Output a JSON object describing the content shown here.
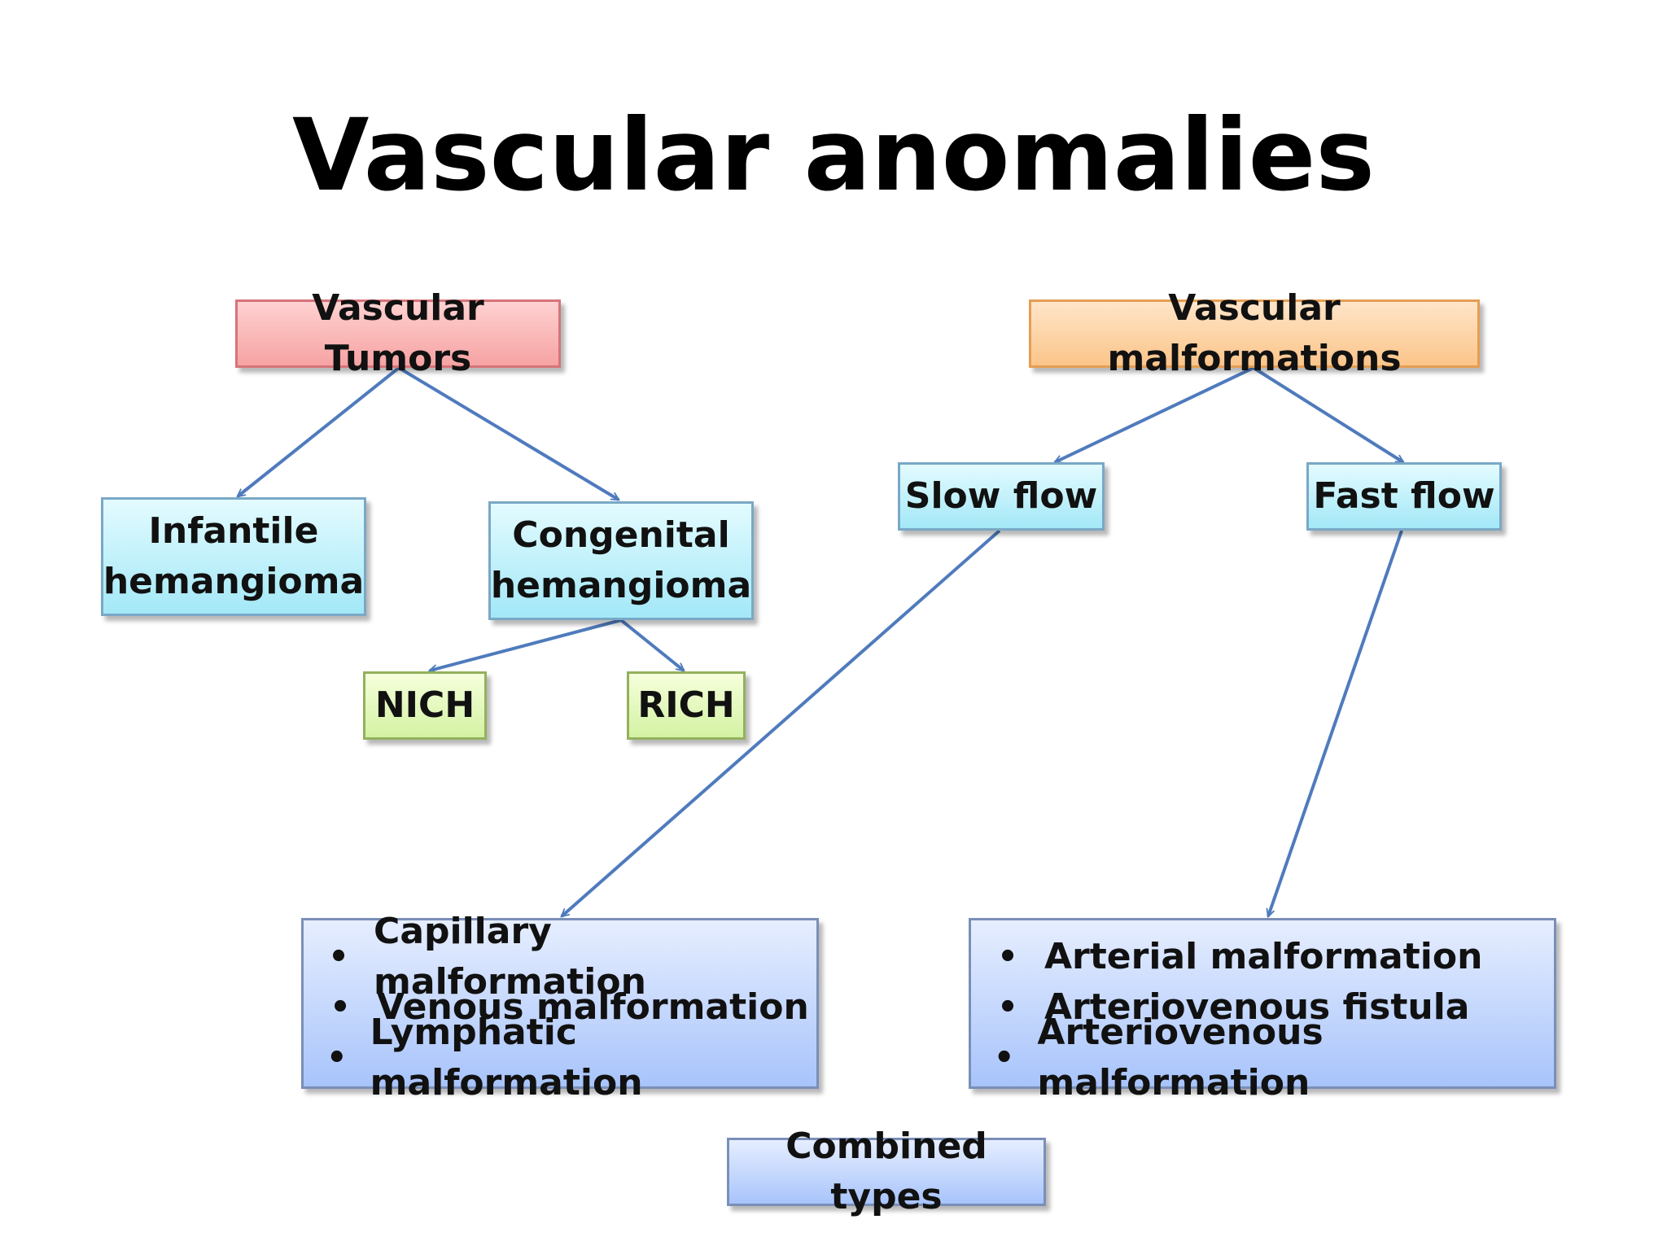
{
  "title": "Vascular anomalies",
  "colors": {
    "arrow": "#4f7bbd"
  },
  "nodes": {
    "vascular_tumors": "Vascular Tumors",
    "vascular_malformations": "Vascular malformations",
    "infantile_hemangioma": [
      "Infantile",
      "hemangioma"
    ],
    "congenital_hemangioma": [
      "Congenital",
      "hemangioma"
    ],
    "nich": "NICH",
    "rich": "RICH",
    "slow_flow": "Slow flow",
    "fast_flow": "Fast flow",
    "slow_flow_list": [
      "Capillary malformation",
      "Venous malformation",
      "Lymphatic malformation"
    ],
    "fast_flow_list": [
      "Arterial malformation",
      "Arteriovenous fistula",
      "Arteriovenous malformation"
    ],
    "combined_types": "Combined types",
    "bullet": "•"
  }
}
